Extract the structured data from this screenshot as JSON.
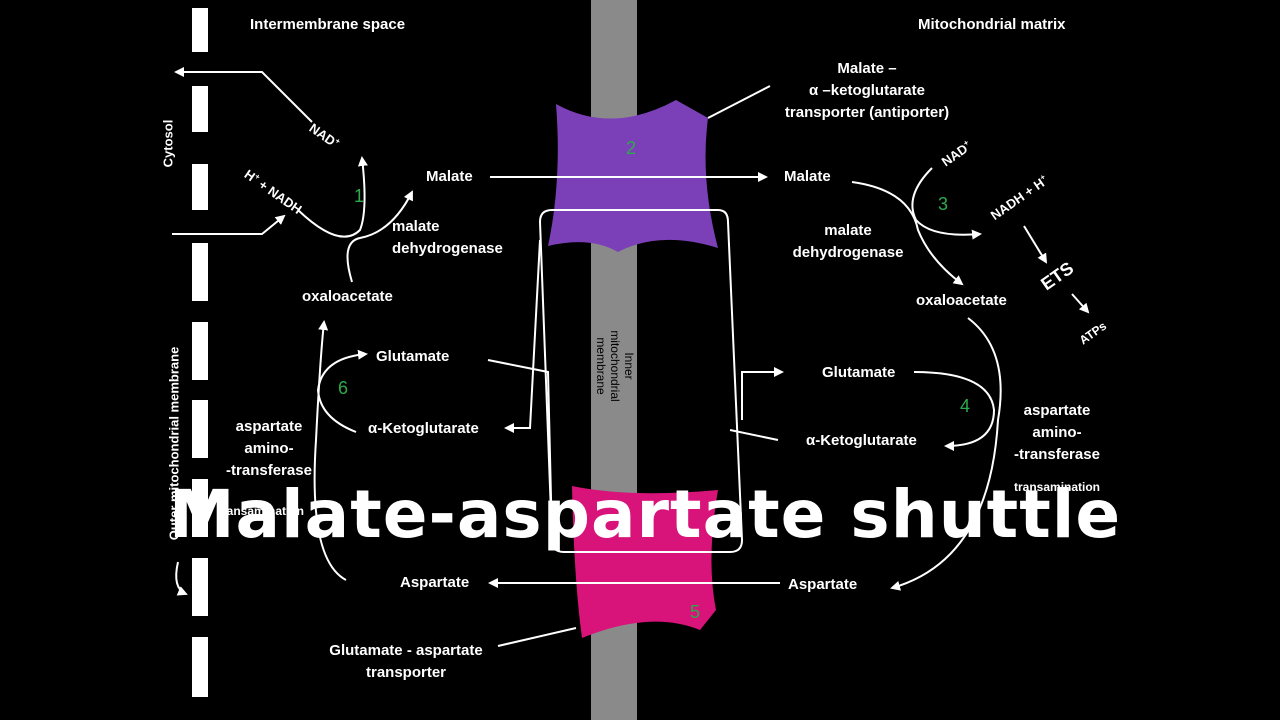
{
  "title": "Malate-aspartate shuttle",
  "regions": {
    "intermembrane": "Intermembrane space",
    "matrix": "Mitochondrial matrix",
    "cytosol": "Cytosol",
    "outer_membrane": "Outer mitochondrial membrane",
    "inner_membrane": "Inner mitochondrial membrane"
  },
  "left": {
    "nad_plus": "NAD",
    "nad_plus_sup": "+",
    "h_nadh_h": "H",
    "h_nadh_sup": "+",
    "h_nadh_rest": " + NADH",
    "malate": "Malate",
    "enzyme": "malate dehydrogenase",
    "oxaloacetate": "oxaloacetate",
    "glutamate": "Glutamate",
    "akg": "α-Ketoglutarate",
    "aat": "aspartate amino- -transferase",
    "aat_line1": "aspartate",
    "aat_line2": "amino-",
    "aat_line3": "-transferase",
    "transamination": "transamination",
    "aspartate": "Aspartate"
  },
  "right": {
    "nad_plus": "NAD",
    "nad_plus_sup": "+",
    "nadh": "NADH  +  H",
    "nadh_sup": "+",
    "malate": "Malate",
    "enzyme_line1": "malate",
    "enzyme_line2": "dehydrogenase",
    "oxaloacetate": "oxaloacetate",
    "ets": "ETS",
    "atps": "ATPs",
    "glutamate": "Glutamate",
    "akg": "α-Ketoglutarate",
    "aat_line1": "aspartate",
    "aat_line2": "amino-",
    "aat_line3": "-transferase",
    "transamination": "transamination",
    "aspartate": "Aspartate"
  },
  "transporters": {
    "mal_akg_line1": "Malate –",
    "mal_akg_line2": "α –ketoglutarate",
    "mal_akg_line3": "transporter (antiporter)",
    "glu_asp_line1": "Glutamate - aspartate",
    "glu_asp_line2": "transporter"
  },
  "left_enzyme_line1": "malate",
  "left_enzyme_line2": "dehydrogenase",
  "inner_line1": "Inner",
  "inner_line2": "mitochondrial",
  "inner_line3": "membrane",
  "steps": [
    "1",
    "2",
    "3",
    "4",
    "5",
    "6"
  ],
  "colors": {
    "background": "#000000",
    "membrane": "#8a8a8a",
    "antiporter": "#7b3fb8",
    "glu_asp_transporter": "#d8137a",
    "step_number": "#2eaa4e",
    "text": "#ffffff"
  }
}
